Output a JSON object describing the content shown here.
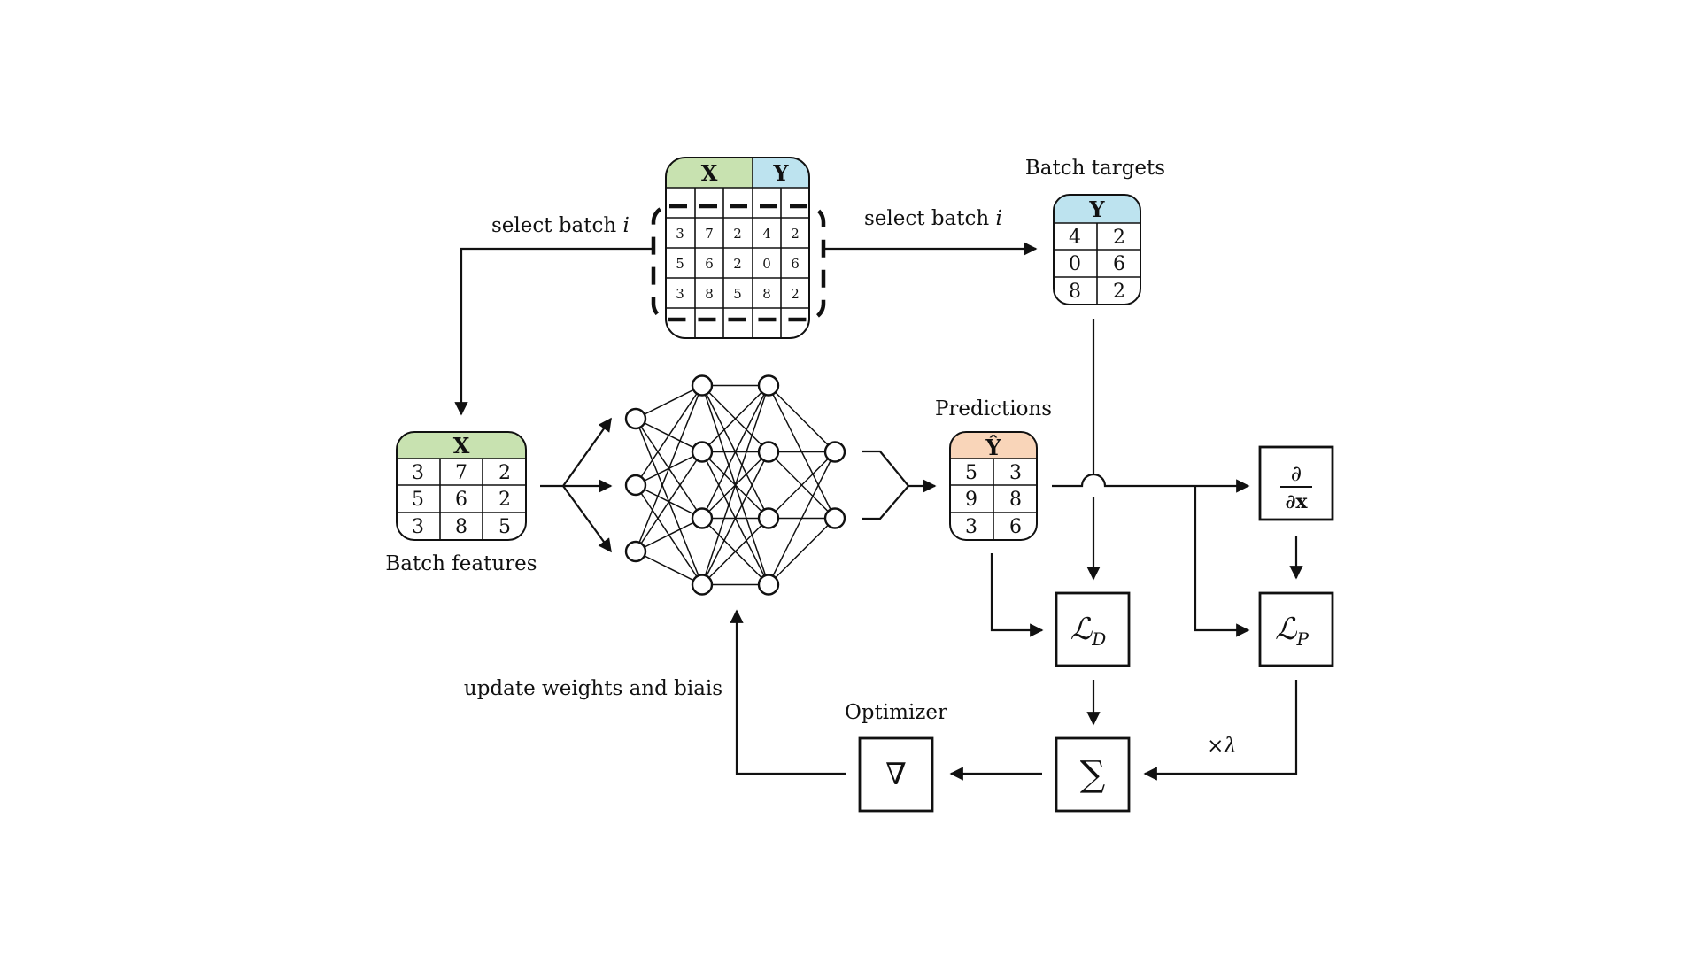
{
  "labels": {
    "select_batch_left": "select batch ",
    "select_batch_right": "select batch ",
    "batch_index": "i",
    "batch_targets": "Batch targets",
    "batch_features": "Batch features",
    "predictions": "Predictions",
    "optimizer": "Optimizer",
    "update_weights": "update weights and biais",
    "lambda_mult": "×λ"
  },
  "dataset": {
    "header_x": "X",
    "header_y": "Y",
    "rows": [
      [
        "3",
        "7",
        "2",
        "4",
        "2"
      ],
      [
        "5",
        "6",
        "2",
        "0",
        "6"
      ],
      [
        "3",
        "8",
        "5",
        "8",
        "2"
      ]
    ]
  },
  "batch_features": {
    "header": "X",
    "rows": [
      [
        "3",
        "7",
        "2"
      ],
      [
        "5",
        "6",
        "2"
      ],
      [
        "3",
        "8",
        "5"
      ]
    ]
  },
  "batch_targets": {
    "header": "Y",
    "rows": [
      [
        "4",
        "2"
      ],
      [
        "0",
        "6"
      ],
      [
        "8",
        "2"
      ]
    ]
  },
  "predictions": {
    "header": "Ŷ",
    "rows": [
      [
        "5",
        "3"
      ],
      [
        "9",
        "8"
      ],
      [
        "3",
        "6"
      ]
    ]
  },
  "boxes": {
    "loss_data": {
      "symbol": "ℒ",
      "subscript": "D"
    },
    "loss_physics": {
      "symbol": "ℒ",
      "subscript": "P"
    },
    "derivative": {
      "numerator": "∂",
      "denominator": "∂x"
    },
    "sum": {
      "symbol": "∑"
    },
    "gradient": {
      "symbol": "∇"
    }
  },
  "colors": {
    "x_header": "#c8e2b0",
    "y_header": "#bde3ef",
    "yhat_header": "#f9d5b9",
    "ink": "#111111"
  },
  "network": {
    "layer_sizes": [
      3,
      4,
      4,
      2
    ]
  }
}
